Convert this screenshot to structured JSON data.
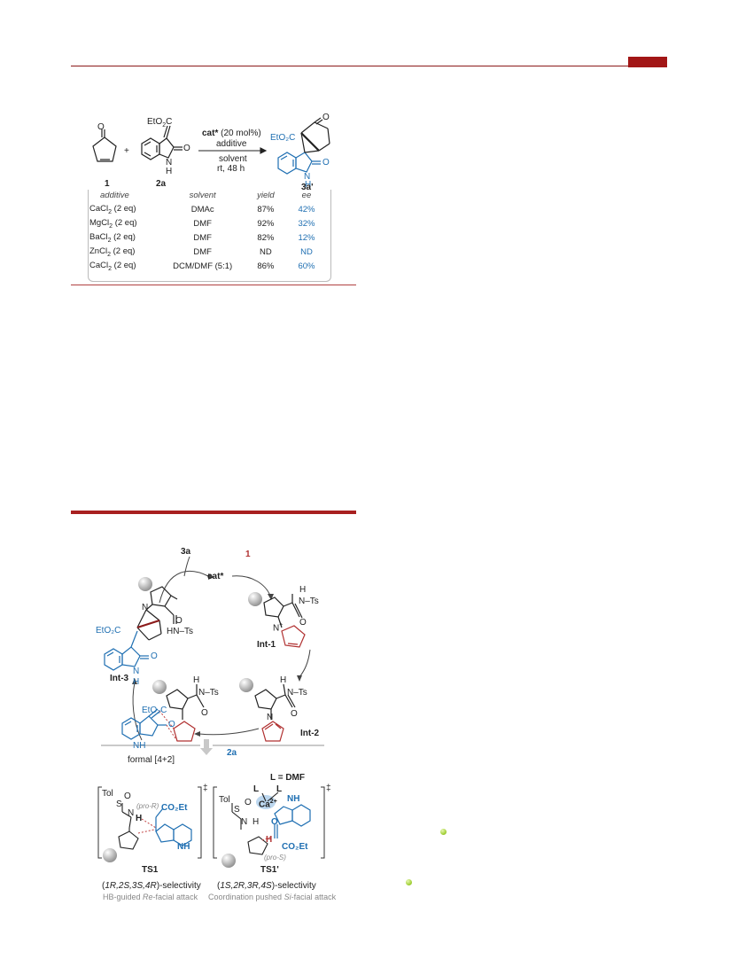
{
  "header": {
    "accent_color": "#a21616"
  },
  "scheme_top": {
    "reagents": {
      "catalyst": "cat*",
      "catalyst_loading": " (20 mol%)",
      "additive": "additive",
      "solvent": "solvent",
      "conditions": "rt, 48 h"
    },
    "compound_labels": {
      "c1": "1",
      "c2a": "2a",
      "c3a": "3a'",
      "etoc": "EtO",
      "etoc_sub": "2",
      "etoc_c": "C",
      "product_ester": "EtO₂C",
      "nh": "N",
      "h": "H",
      "o": "O",
      "plus": "+"
    },
    "table": {
      "headers": [
        "additive",
        "solvent",
        "yield",
        "ee"
      ],
      "rows": [
        {
          "additive": "CaCl",
          "sub": "2",
          "eq": " (2 eq)",
          "solvent": "DMAc",
          "yield": "87%",
          "ee": "42%"
        },
        {
          "additive": "MgCl",
          "sub": "2",
          "eq": " (2 eq)",
          "solvent": "DMF",
          "yield": "92%",
          "ee": "32%"
        },
        {
          "additive": "BaCl",
          "sub": "2",
          "eq": " (2 eq)",
          "solvent": "DMF",
          "yield": "82%",
          "ee": "12%"
        },
        {
          "additive": "ZnCl",
          "sub": "2",
          "eq": " (2 eq)",
          "solvent": "DMF",
          "yield": "ND",
          "ee": "ND"
        },
        {
          "additive": "CaCl",
          "sub": "2",
          "eq": " (2 eq)",
          "solvent": "DCM/DMF (5:1)",
          "yield": "86%",
          "ee": "60%"
        }
      ]
    }
  },
  "cycle": {
    "labels": {
      "p3a": "3a",
      "cat": "cat*",
      "one": "1",
      "int1": "Int-1",
      "int2": "Int-2",
      "int3": "Int-3",
      "two_a": "2a",
      "formal": "formal [4+2]",
      "nts": "N–Ts",
      "hnts": "HN–Ts",
      "h": "H",
      "n": "N",
      "o": "O",
      "nplus": "N",
      "plus": "+",
      "etoc": "EtO₂C",
      "nh": "N",
      "nhh": "H",
      "l_def": "L = DMF"
    }
  },
  "ts": {
    "ts1": {
      "title": "TS1",
      "selectivity_prefix": "(",
      "selectivity_config": "1R,2S,3S,4R",
      "selectivity_suffix": ")-selectivity",
      "desc_a": "HB-guided ",
      "desc_face": "Re",
      "desc_b": "-facial attack",
      "labels": {
        "tol": "Tol",
        "s": "S",
        "o": "O",
        "n": "N",
        "h": "H",
        "pro": "(pro-R)",
        "co2et": "CO₂Et",
        "nh": "N",
        "hh": "H"
      }
    },
    "ts1p": {
      "title": "TS1'",
      "selectivity_prefix": "(",
      "selectivity_config": "1S,2R,3R,4S",
      "selectivity_suffix": ")-selectivity",
      "desc_a": "Coordination pushed ",
      "desc_face": "Si",
      "desc_b": "-facial attack",
      "labels": {
        "tol": "Tol",
        "s": "S",
        "o": "O",
        "ca": "Ca",
        "ca_sup": "2+",
        "l1": "L",
        "l2": "L",
        "n": "N",
        "h": "H",
        "pro": "(pro-S)",
        "co2et": "CO₂Et",
        "nh": "N",
        "hh": "H"
      }
    },
    "dagger": "‡"
  }
}
